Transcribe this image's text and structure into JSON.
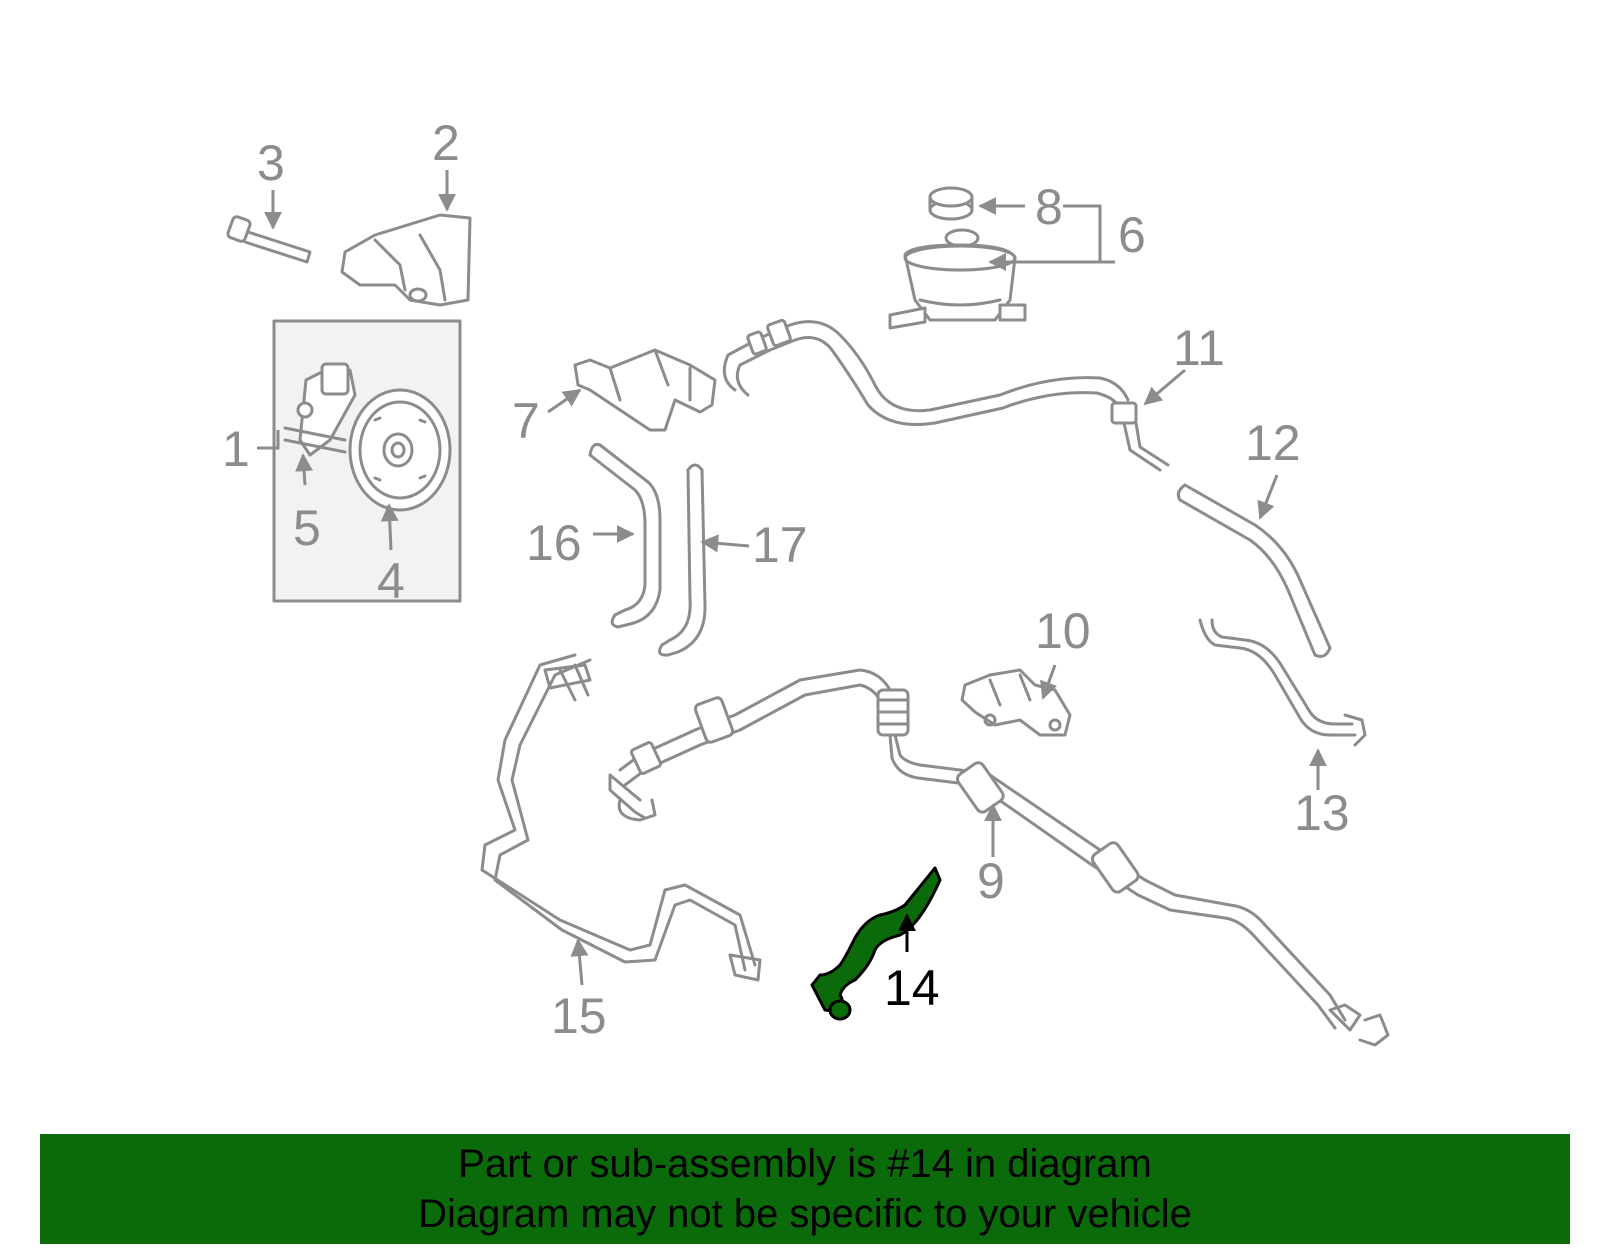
{
  "diagram": {
    "highlighted_part": "14",
    "highlight_color": "#0b6b0b",
    "part_color": "#8c8c8c",
    "callouts": [
      "1",
      "2",
      "3",
      "4",
      "5",
      "6",
      "7",
      "8",
      "9",
      "10",
      "11",
      "12",
      "13",
      "14",
      "15",
      "16",
      "17"
    ]
  },
  "banner": {
    "line1": "Part or sub-assembly is #14 in diagram",
    "line2": "Diagram may not be specific to your vehicle",
    "background": "#0b6b0b"
  }
}
